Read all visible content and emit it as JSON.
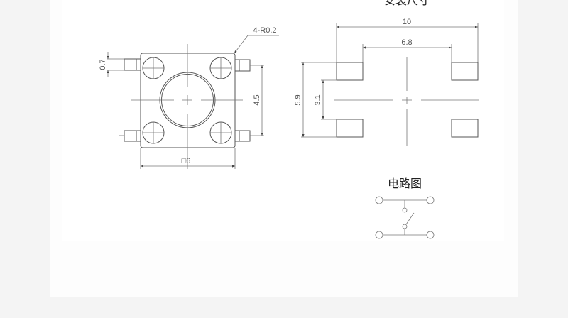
{
  "mounting_title": "安装尺寸",
  "circuit_title": "电路图",
  "switch_dims": {
    "corner_radius": "4-R0.2",
    "pin_width": "0.7",
    "pin_pitch": "4.5",
    "body_size": "□6"
  },
  "footprint_dims": {
    "overall_width": "10",
    "inner_width": "6.8",
    "overall_height": "5.9",
    "inner_height": "3.1"
  },
  "colors": {
    "line": "#555555",
    "hatch": "#777777",
    "background": "#f4f4f4",
    "panel": "#ffffff"
  }
}
